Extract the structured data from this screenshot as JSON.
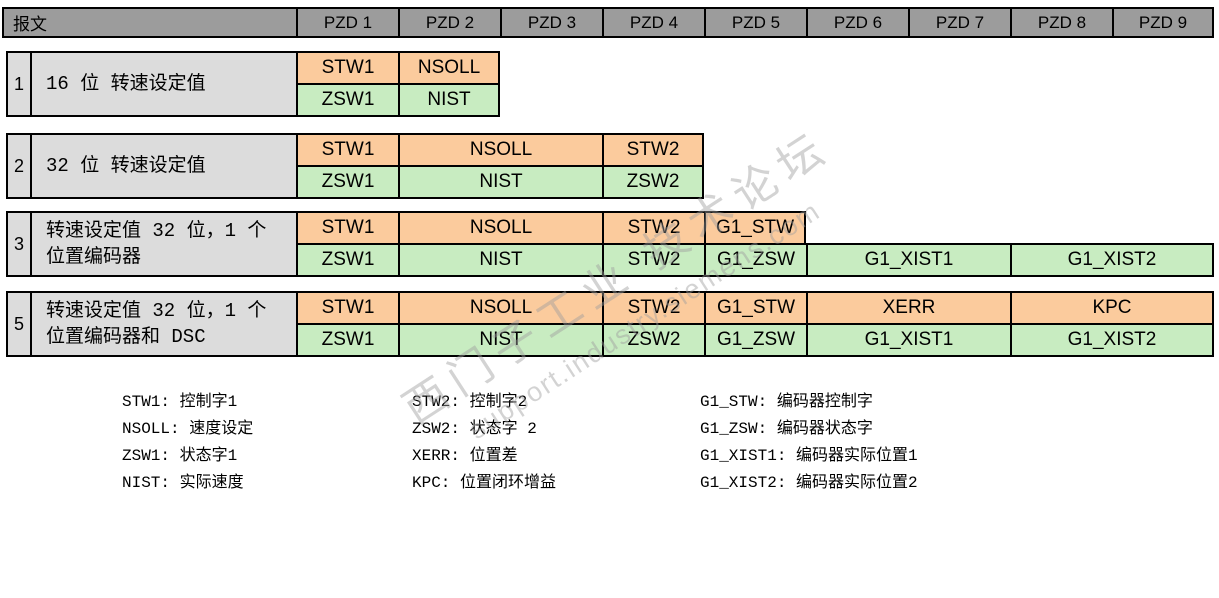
{
  "header": {
    "row_label": "报文",
    "pzd": [
      "PZD 1",
      "PZD 2",
      "PZD 3",
      "PZD 4",
      "PZD 5",
      "PZD 6",
      "PZD 7",
      "PZD 8",
      "PZD 9"
    ]
  },
  "telegrams": [
    {
      "no": "1",
      "desc1": "16 位 转速设定值",
      "desc2": "",
      "send": [
        "STW1",
        "NSOLL"
      ],
      "recv": [
        "ZSW1",
        "NIST"
      ]
    },
    {
      "no": "2",
      "desc1": "32 位 转速设定值",
      "desc2": "",
      "send": [
        "STW1",
        "NSOLL",
        "STW2"
      ],
      "recv": [
        "ZSW1",
        "NIST",
        "ZSW2"
      ]
    },
    {
      "no": "3",
      "desc1": "转速设定值 32 位，1 个",
      "desc2": "位置编码器",
      "send": [
        "STW1",
        "NSOLL",
        "STW2",
        "G1_STW"
      ],
      "recv": [
        "ZSW1",
        "NIST",
        "STW2",
        "G1_ZSW",
        "G1_XIST1",
        "G1_XIST2"
      ]
    },
    {
      "no": "5",
      "desc1": "转速设定值 32 位，1 个",
      "desc2": "位置编码器和 DSC",
      "send": [
        "STW1",
        "NSOLL",
        "STW2",
        "G1_STW",
        "XERR",
        "KPC"
      ],
      "recv": [
        "ZSW1",
        "NIST",
        "ZSW2",
        "G1_ZSW",
        "G1_XIST1",
        "G1_XIST2"
      ]
    }
  ],
  "legend": {
    "columns": [
      {
        "items": [
          "STW1: 控制字1",
          "NSOLL: 速度设定",
          "ZSW1: 状态字1",
          "NIST: 实际速度"
        ]
      },
      {
        "items": [
          "STW2: 控制字2",
          "ZSW2: 状态字 2",
          "XERR: 位置差",
          "KPC: 位置闭环增益"
        ]
      },
      {
        "items": [
          "G1_STW: 编码器控制字",
          "G1_ZSW: 编码器状态字",
          "G1_XIST1: 编码器实际位置1",
          "G1_XIST2: 编码器实际位置2"
        ]
      }
    ]
  },
  "watermark": {
    "line1": "西门子工业 技术论坛",
    "line2": "support.industry.siemens.com"
  },
  "colors": {
    "header_bg": "#9c9c9c",
    "desc_bg": "#dcdcdc",
    "send_bg": "#fbcb9d",
    "recv_bg": "#c8ecc1",
    "border": "#000000"
  }
}
